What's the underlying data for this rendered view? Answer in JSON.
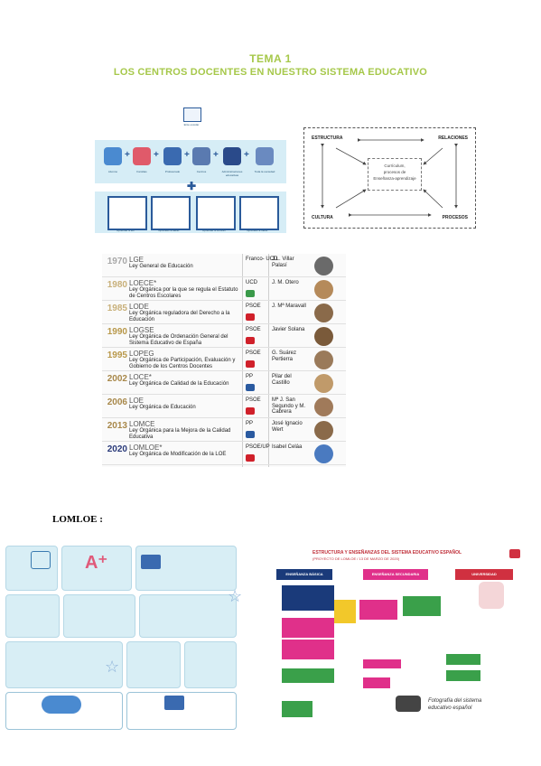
{
  "header": {
    "tema": "TEMA 1",
    "title": "LOS CENTROS DOCENTES EN NUESTRO SISTEMA EDUCATIVO"
  },
  "infographic": {
    "top_label": "Ente escolar",
    "agents": [
      "Alumno",
      "Familias",
      "Profesorado",
      "Centros",
      "Administraciones educativas",
      "Toda la sociedad"
    ],
    "aims": [
      "Aprender a ser",
      "Aprender a saber",
      "Aprender a convivir",
      "Aprender a hacer"
    ]
  },
  "diagram": {
    "corners": {
      "tl": "ESTRUCTURA",
      "tr": "RELACIONES",
      "bl": "CULTURA",
      "br": "PROCESOS"
    },
    "center": [
      "Currículum,",
      "procesos de",
      "Enseñanza-aprendizaje"
    ]
  },
  "laws": [
    {
      "year": "1970",
      "acronym": "LGE",
      "name": "Ley General de Educación",
      "party": "Franco- UCD",
      "person": "J.L. Villar Palasí",
      "year_color": "#a8a8a8",
      "logo_color": "",
      "face_color": "#6a6a6a"
    },
    {
      "year": "1980",
      "acronym": "LOECE*",
      "name": "Ley Orgánica por la que se regula el Estatuto de Centros Escolares",
      "party": "UCD",
      "person": "J. M. Otero",
      "year_color": "#c8b07a",
      "logo_color": "#3a9a4a",
      "face_color": "#b58a5a"
    },
    {
      "year": "1985",
      "acronym": "LODE",
      "name": "Ley Orgánica reguladora del Derecho a la Educación",
      "party": "PSOE",
      "person": "J. Mª Maravall",
      "year_color": "#c8b07a",
      "logo_color": "#d0202a",
      "face_color": "#8a6a4a"
    },
    {
      "year": "1990",
      "acronym": "LOGSE",
      "name": "Ley Orgánica de Ordenación General del Sistema Educativo de España",
      "party": "PSOE",
      "person": "Javier Solana",
      "year_color": "#b8984a",
      "logo_color": "#d0202a",
      "face_color": "#7a5a3a"
    },
    {
      "year": "1995",
      "acronym": "LOPEG",
      "name": "Ley Orgánica de Participación, Evaluación y Gobierno de los Centros Docentes",
      "party": "PSOE",
      "person": "G. Suárez Pertierra",
      "year_color": "#b8984a",
      "logo_color": "#d0202a",
      "face_color": "#9a7a5a"
    },
    {
      "year": "2002",
      "acronym": "LOCE*",
      "name": "Ley Orgánica de Calidad de la Educación",
      "party": "PP",
      "person": "Pilar del Castillo",
      "year_color": "#a8884a",
      "logo_color": "#2a5aa0",
      "face_color": "#c09a6a"
    },
    {
      "year": "2006",
      "acronym": "LOE",
      "name": "Ley Orgánica de Educación",
      "party": "PSOE",
      "person": "Mª J. San Segundo y M. Cabrera",
      "year_color": "#a8884a",
      "logo_color": "#d0202a",
      "face_color": "#a07a5a"
    },
    {
      "year": "2013",
      "acronym": "LOMCE",
      "name": "Ley Orgánica para la Mejora de la Calidad Educativa",
      "party": "PP",
      "person": "José Ignacio Wert",
      "year_color": "#a8884a",
      "logo_color": "#2a5aa0",
      "face_color": "#8a6a4a"
    },
    {
      "year": "2020",
      "acronym": "LOMLOE*",
      "name": "Ley Orgánica de Modificación de la LOE",
      "party": "PSOE/UP",
      "person": "Isabel Celáa",
      "year_color": "#2a3a7a",
      "logo_color": "#d0202a",
      "face_color": "#4a7ac0"
    }
  ],
  "lomloe_label": "LOMLOE :",
  "chart": {
    "title": "ESTRUCTURA Y ENSEÑANZAS DEL SISTEMA EDUCATIVO ESPAÑOL",
    "subtitle": "(PROYECTO DE LOMLOE / 13 DE MARZO DE 2020)",
    "columns": [
      "ENSEÑANZA BÁSICA OBLIGATORIA",
      "ENSEÑANZA SECUNDARIA POSTOBLIGATORIA",
      "UNIVERSIDAD"
    ],
    "photo_caption": [
      "Fotografía del sistema",
      "educativo español"
    ],
    "colors": {
      "navy": "#1a3a7a",
      "pink": "#e0308a",
      "red": "#d03040",
      "green": "#4aa04a",
      "yellow": "#f2c82a"
    }
  }
}
